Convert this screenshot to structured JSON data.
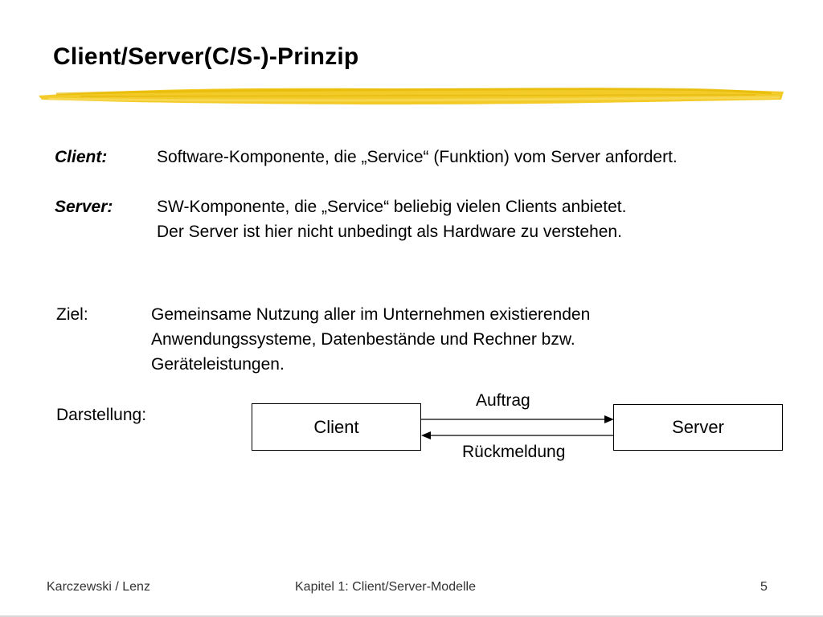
{
  "slide": {
    "title": "Client/Server(C/S-)-Prinzip",
    "highlight_color": "#f2c81e",
    "definitions": [
      {
        "label": "Client:",
        "lines": [
          "Software-Komponente, die „Service“ (Funktion) vom Server anfordert."
        ]
      },
      {
        "label": "Server:",
        "lines": [
          "SW-Komponente, die „Service“ beliebig vielen Clients anbietet.",
          "Der Server ist hier nicht unbedingt als Hardware zu verstehen."
        ]
      }
    ],
    "ziel": {
      "label": "Ziel:",
      "lines": [
        "Gemeinsame Nutzung aller im Unternehmen existierenden",
        "Anwendungssysteme, Datenbestände und Rechner bzw.",
        "Geräteleistungen."
      ]
    },
    "darstellung": {
      "label": "Darstellung:",
      "client_box": "Client",
      "server_box": "Server",
      "request_label": "Auftrag",
      "response_label": "Rückmeldung"
    },
    "footer": {
      "authors": "Karczewski / Lenz",
      "chapter": "Kapitel 1: Client/Server-Modelle",
      "page": "5"
    }
  }
}
